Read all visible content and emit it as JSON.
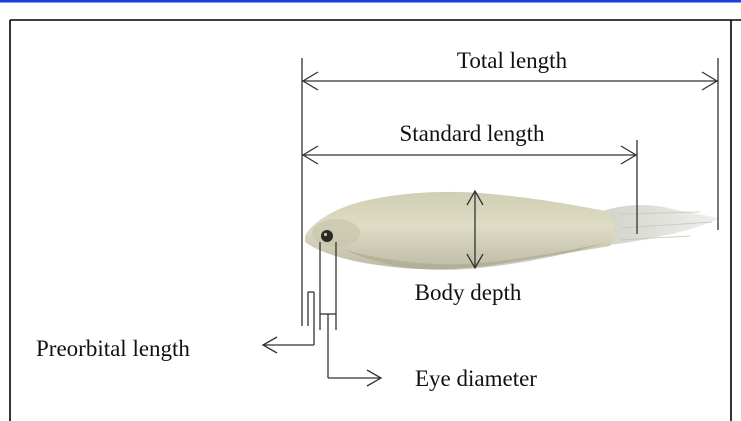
{
  "figure": {
    "labels": {
      "total_length": "Total length",
      "standard_length": "Standard length",
      "body_depth": "Body depth",
      "preorbital_length": "Preorbital length",
      "eye_diameter": "Eye diameter"
    },
    "colors": {
      "top_border": "#1a3fd6",
      "frame": "#000000",
      "measure_lines": "#333333",
      "fish_body": "#d8d6bc"
    },
    "subject": "fish-specimen-photo"
  }
}
